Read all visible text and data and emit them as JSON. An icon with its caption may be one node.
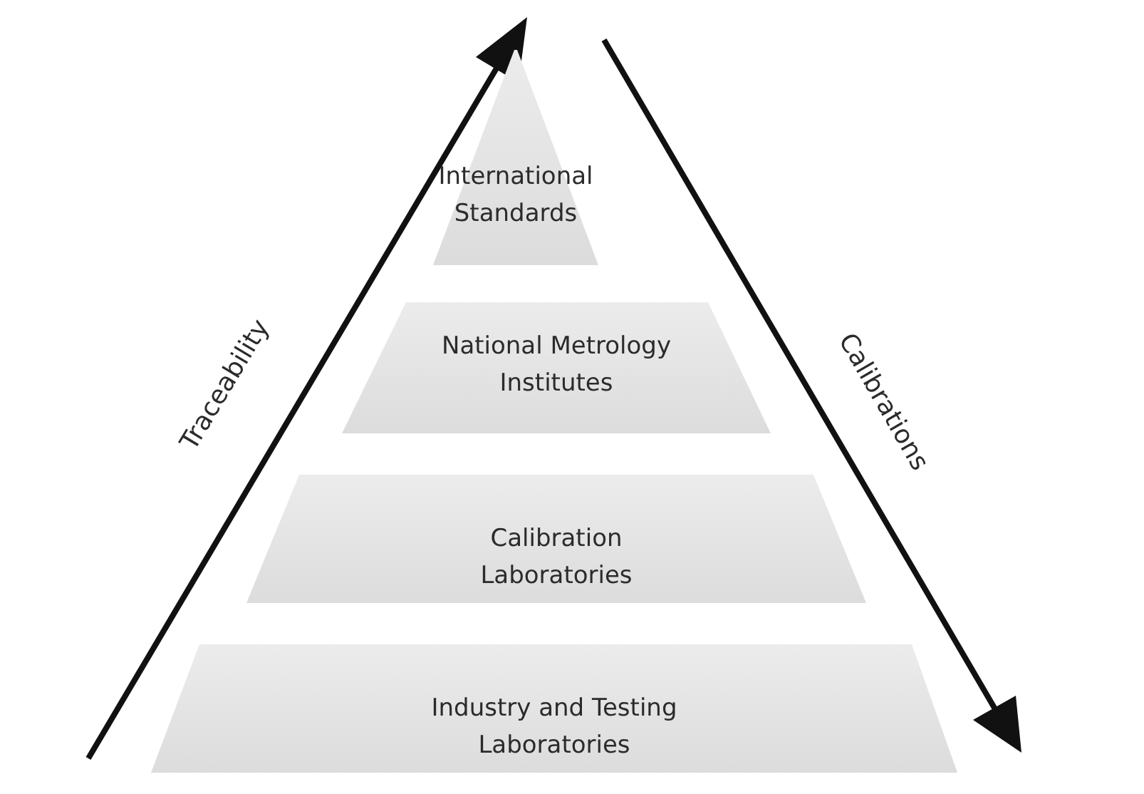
{
  "diagram": {
    "nodes": [
      {
        "text": [
          "International Standards"
        ]
      },
      {
        "text": [
          "National Metrology Institutes"
        ]
      },
      {
        "text": [
          "Calibration Laboratories"
        ]
      },
      {
        "text": [
          "Industry and Testing Laboratories"
        ]
      }
    ],
    "labels": [
      "Traceability",
      "Calibrations"
    ]
  }
}
